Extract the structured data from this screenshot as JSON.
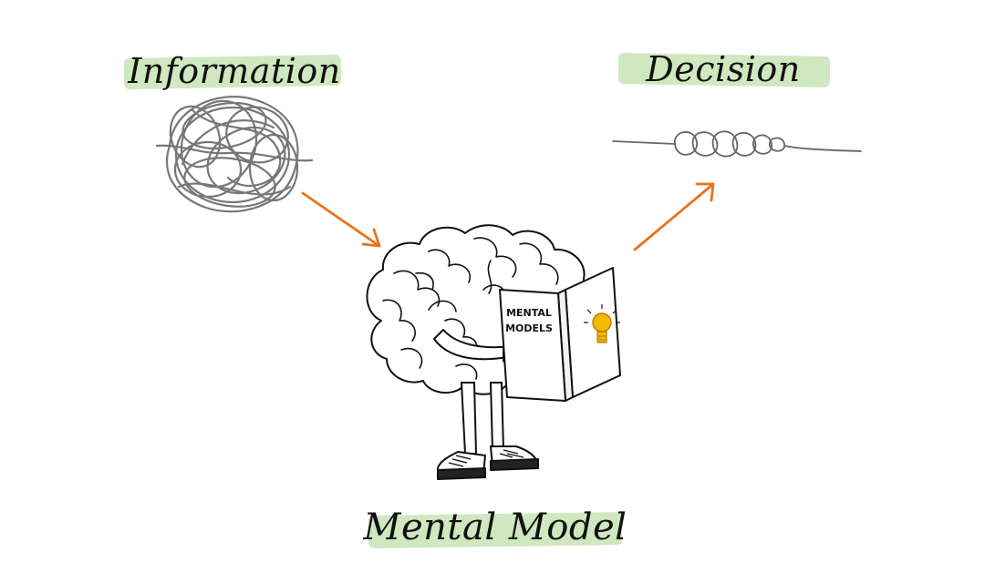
{
  "labels": {
    "information": "Information",
    "decision": "Decision",
    "mental_model": "Mental Model"
  },
  "book": {
    "title_line1": "MENTAL",
    "title_line2": "MODELS"
  },
  "colors": {
    "highlight": "#cfe8c0",
    "arrow": "#e8731a",
    "bulb": "#f5b800",
    "ink": "#111111",
    "scribble": "#777777"
  }
}
